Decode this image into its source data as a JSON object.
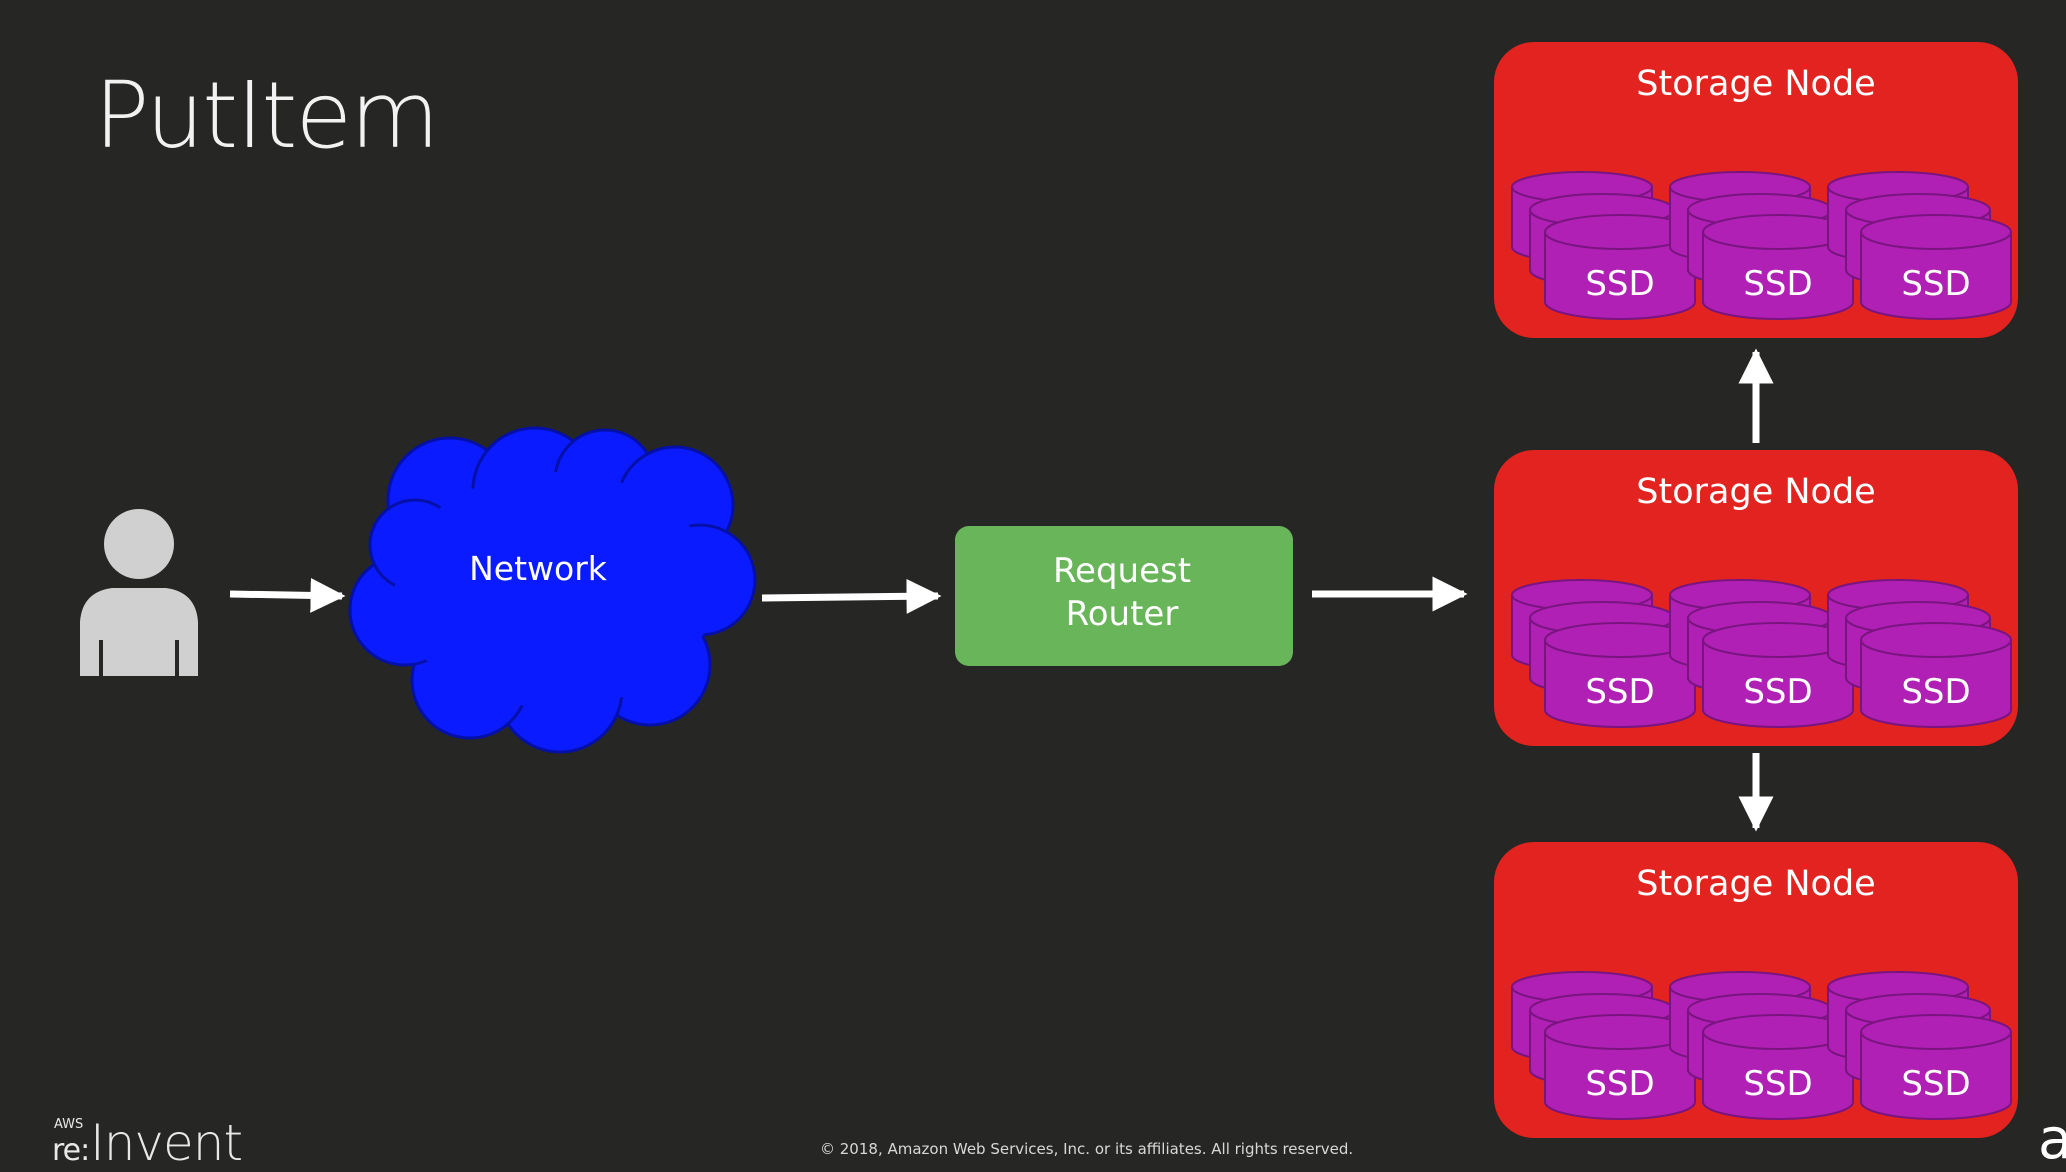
{
  "slide": {
    "title": "PutItem",
    "footer_copyright": "© 2018, Amazon Web Services, Inc. or its affiliates. All rights reserved.",
    "brand": {
      "small": "AWS",
      "re": "re:",
      "invent": "Invent"
    },
    "corner_logo_char": "a"
  },
  "diagram": {
    "user_icon": "user-icon",
    "network": {
      "label": "Network",
      "color": "#0a1cff"
    },
    "request_router": {
      "label_lines": [
        "Request",
        "Router"
      ],
      "color": "#68b55a"
    },
    "storage_nodes": [
      {
        "label": "Storage Node",
        "disks": [
          "SSD",
          "SSD",
          "SSD"
        ]
      },
      {
        "label": "Storage Node",
        "disks": [
          "SSD",
          "SSD",
          "SSD"
        ]
      },
      {
        "label": "Storage Node",
        "disks": [
          "SSD",
          "SSD",
          "SSD"
        ]
      }
    ],
    "colors": {
      "node": "#e2231f",
      "disk": "#b020b4",
      "disk_edge": "#7a1480",
      "arrow": "#ffffff",
      "user": "#d0d0d0"
    }
  }
}
